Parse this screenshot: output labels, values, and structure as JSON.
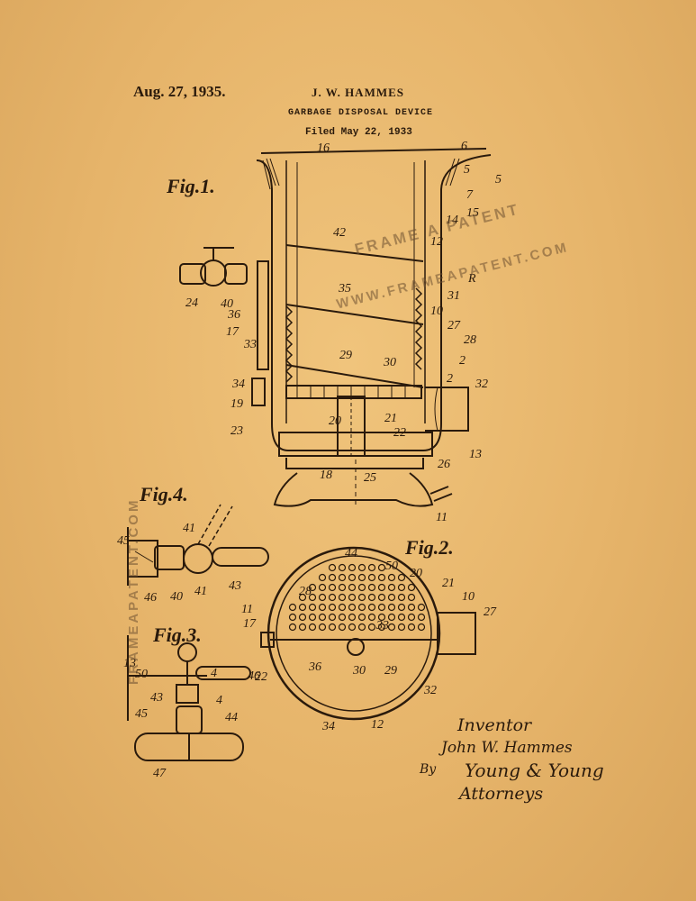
{
  "header": {
    "date": "Aug. 27, 1935.",
    "inventor": "J. W. HAMMES",
    "title": "GARBAGE DISPOSAL DEVICE",
    "filed": "Filed May 22, 1933"
  },
  "watermark": {
    "line1": "FRAME A PATENT",
    "line2": "WWW.FRAMEAPATENT.COM",
    "side": "FRAMEAPATENT.COM"
  },
  "figures": {
    "fig1": "Fig.1.",
    "fig2": "Fig.2.",
    "fig3": "Fig.3.",
    "fig4": "Fig.4."
  },
  "signature": {
    "inventor_label": "Inventor",
    "inventor_name": "John W. Hammes",
    "by": "By",
    "attorney": "Young & Young",
    "attorneys_label": "Attorneys"
  },
  "labels": [
    "16",
    "6",
    "5",
    "5",
    "7",
    "15",
    "14",
    "12",
    "42",
    "R",
    "31",
    "10",
    "27",
    "28",
    "35",
    "36",
    "17",
    "33",
    "34",
    "2",
    "29",
    "30",
    "2",
    "32",
    "19",
    "20",
    "21",
    "22",
    "23",
    "18",
    "25",
    "26",
    "13",
    "11",
    "24",
    "40",
    "41",
    "45",
    "46",
    "40",
    "41",
    "43",
    "44",
    "50",
    "20",
    "21",
    "10",
    "27",
    "28",
    "11",
    "17",
    "33",
    "36",
    "30",
    "29",
    "22",
    "32",
    "34",
    "12",
    "13",
    "50",
    "4",
    "46",
    "43",
    "4",
    "45",
    "44",
    "47",
    "41",
    "40"
  ]
}
